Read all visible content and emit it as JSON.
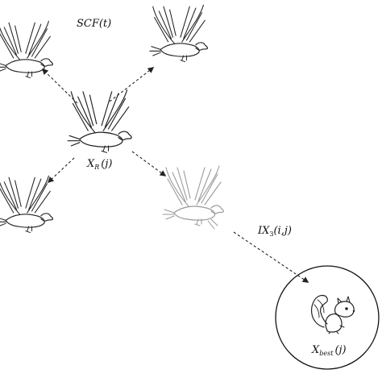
{
  "diagram": {
    "labels": {
      "scf": "SCF(t)",
      "xr_base": "X",
      "xr_sub": "R",
      "xr_arg": "(j)",
      "ix_base": "IX",
      "ix_sub": "3",
      "ix_arg": "(i,j)",
      "xbest_base": "X",
      "xbest_sub": "best",
      "xbest_arg": "(j)"
    },
    "nodes": [
      {
        "id": "central-eagle",
        "icon": "eagle-icon"
      },
      {
        "id": "eagle-top-left",
        "icon": "eagle-icon"
      },
      {
        "id": "eagle-top-right",
        "icon": "eagle-icon"
      },
      {
        "id": "eagle-bottom-left",
        "icon": "eagle-icon"
      },
      {
        "id": "eagle-diving",
        "icon": "diving-eagle-icon"
      },
      {
        "id": "prey-circle",
        "icon": "squirrel-icon"
      }
    ],
    "edges": [
      {
        "from": "central-eagle",
        "to": "eagle-top-left",
        "style": "dashed"
      },
      {
        "from": "central-eagle",
        "to": "eagle-top-right",
        "style": "dashed"
      },
      {
        "from": "central-eagle",
        "to": "eagle-bottom-left",
        "style": "dashed"
      },
      {
        "from": "central-eagle",
        "to": "eagle-diving",
        "style": "dashed"
      },
      {
        "from": "eagle-diving",
        "to": "prey-circle",
        "style": "dashed"
      }
    ],
    "colors": {
      "ink": "#222222",
      "faded_ink": "#9a9a9a",
      "background": "#ffffff"
    }
  }
}
